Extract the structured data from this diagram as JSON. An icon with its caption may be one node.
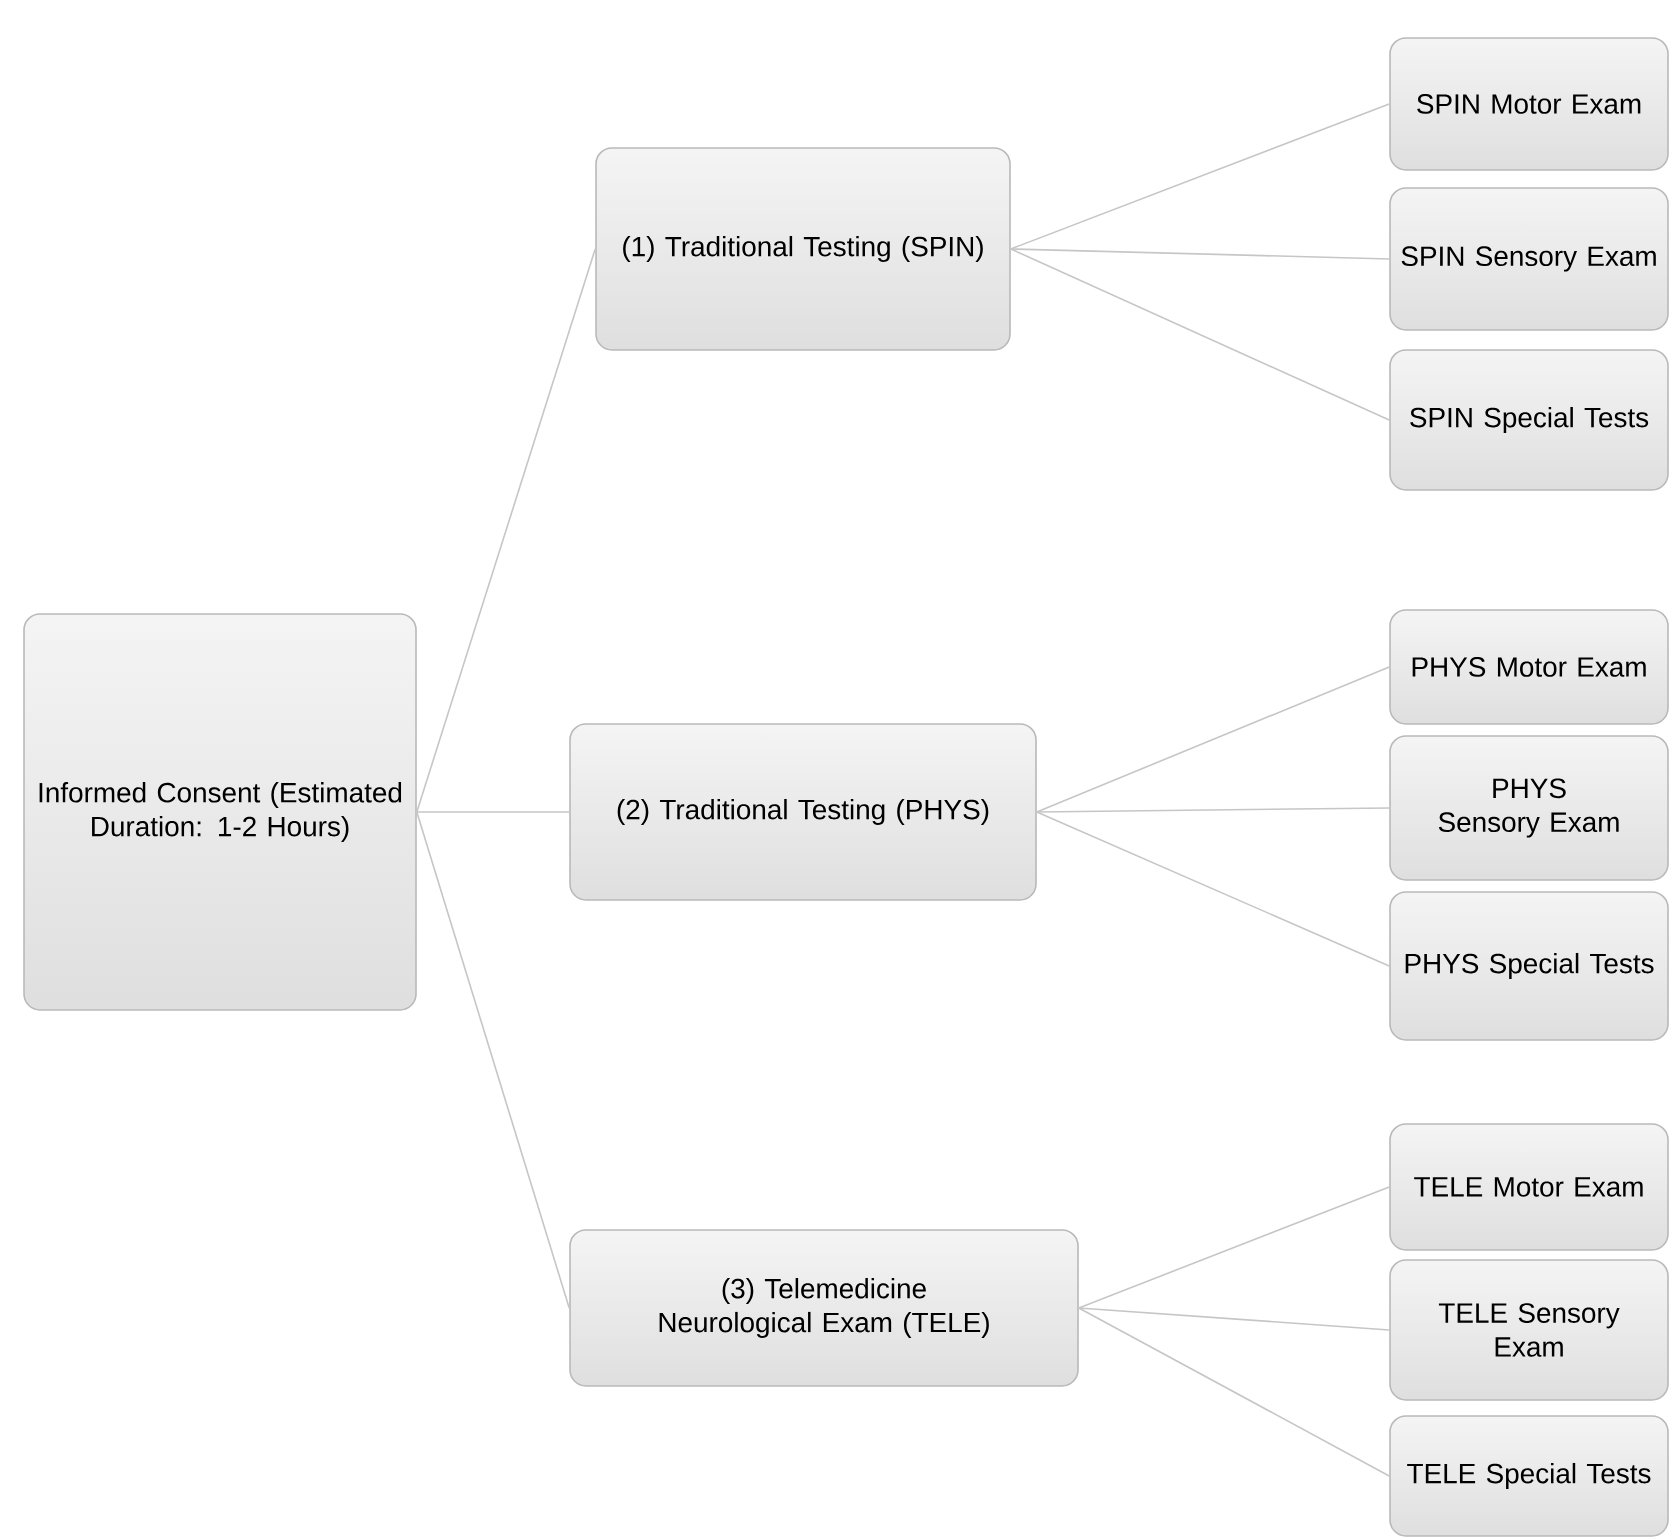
{
  "diagram": {
    "nodes": [
      {
        "text": [
          "Informed Consent (Estimated Duration: 1-2 Hours)"
        ]
      },
      {
        "text": [
          "(1) Traditional Testing (SPIN)"
        ]
      },
      {
        "text": [
          "(2) Traditional Testing (PHYS)"
        ]
      },
      {
        "text": [
          "(3) Telemedicine Neurological Exam (TELE)"
        ]
      },
      {
        "text": [
          "SPIN Motor Exam"
        ]
      },
      {
        "text": [
          "SPIN Sensory Exam"
        ]
      },
      {
        "text": [
          "SPIN Special Tests"
        ]
      },
      {
        "text": [
          "PHYS Motor Exam"
        ]
      },
      {
        "text": [
          "PHYS Sensory Exam"
        ]
      },
      {
        "text": [
          "PHYS Special Tests"
        ]
      },
      {
        "text": [
          "TELE Motor Exam"
        ]
      },
      {
        "text": [
          "TELE Sensory Exam"
        ]
      },
      {
        "text": [
          "TELE Special Tests"
        ]
      }
    ],
    "edges": [
      {
        "from": 0,
        "to": 1,
        "arrow": "none"
      },
      {
        "from": 0,
        "to": 2,
        "arrow": "none"
      },
      {
        "from": 0,
        "to": 3,
        "arrow": "none"
      },
      {
        "from": 1,
        "to": 4,
        "arrow": "none"
      },
      {
        "from": 1,
        "to": 5,
        "arrow": "none"
      },
      {
        "from": 1,
        "to": 6,
        "arrow": "none"
      },
      {
        "from": 2,
        "to": 7,
        "arrow": "none"
      },
      {
        "from": 2,
        "to": 8,
        "arrow": "none"
      },
      {
        "from": 2,
        "to": 9,
        "arrow": "none"
      },
      {
        "from": 3,
        "to": 10,
        "arrow": "none"
      },
      {
        "from": 3,
        "to": 11,
        "arrow": "none"
      },
      {
        "from": 3,
        "to": 12,
        "arrow": "none"
      }
    ]
  }
}
